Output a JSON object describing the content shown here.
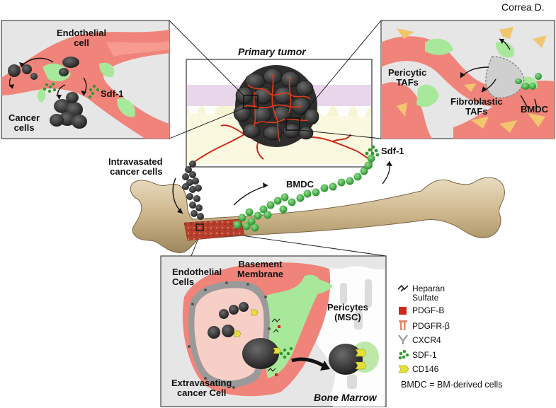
{
  "author": "Correa D.",
  "primary_tumor": {
    "title": "Primary tumor"
  },
  "left_inset": {
    "endothelial_cell": "Endothelial\ncell",
    "sdf1": "Sdf-1",
    "cancer_cells": "Cancer\ncells"
  },
  "right_inset": {
    "pericytic_tafs": "Pericytic\nTAFs",
    "fibroblastic_tafs": "Fibroblastic\nTAFs",
    "bmdc": "BMDC"
  },
  "middle": {
    "intravasated": "Intravasated\ncancer cells",
    "bmdc": "BMDC",
    "sdf1": "Sdf-1"
  },
  "bone_marrow_inset": {
    "title": "Bone Marrow",
    "endothelial_cells": "Endothelial\nCells",
    "basement_membrane": "Basement\nMembrane",
    "pericytes": "Pericytes\n(MSC)",
    "extravasating": "Extravasating\ncancer Cell"
  },
  "legend": {
    "items": [
      {
        "label": "Heparan\nSulfate",
        "icon": "heparan-sulfate-icon",
        "color": "#222222"
      },
      {
        "label": "PDGF-B",
        "icon": "pdgf-b-square-icon",
        "color": "#cc2a1a"
      },
      {
        "label": "PDGFR-β",
        "icon": "pdgfr-beta-receptor-icon",
        "color": "#e08a6a"
      },
      {
        "label": "CXCR4",
        "icon": "cxcr4-receptor-icon",
        "color": "#9a9a9a"
      },
      {
        "label": "SDF-1",
        "icon": "sdf1-cluster-icon",
        "color": "#3a9a3a"
      },
      {
        "label": "CD146",
        "icon": "cd146-chevron-icon",
        "color": "#e6e032"
      }
    ],
    "note": "BMDC = BM-derived cells"
  }
}
